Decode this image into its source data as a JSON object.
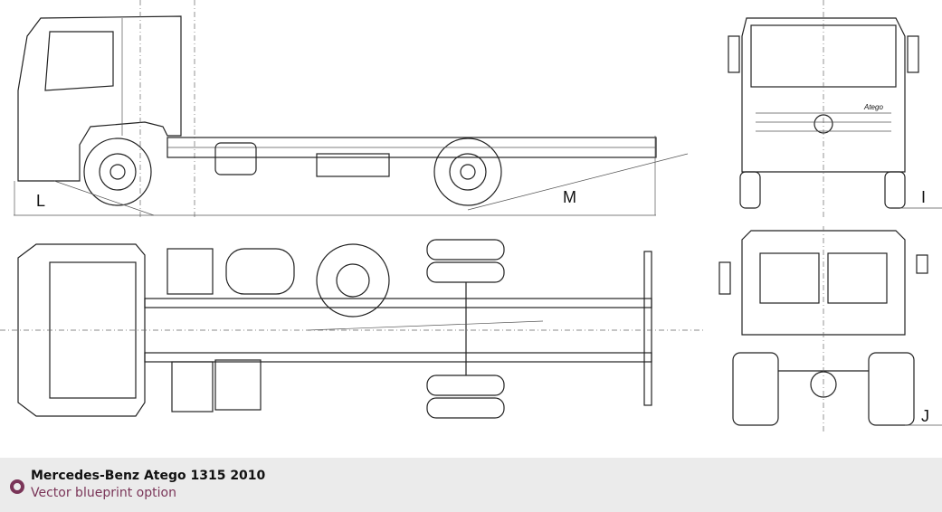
{
  "blueprint": {
    "dimension_labels": {
      "L": "L",
      "M": "M",
      "I": "I",
      "J": "J"
    },
    "front_badge": "Atego"
  },
  "caption": {
    "title": "Mercedes-Benz Atego 1315 2010",
    "subtitle": "Vector blueprint option",
    "bullet_color": "#7a3558"
  }
}
